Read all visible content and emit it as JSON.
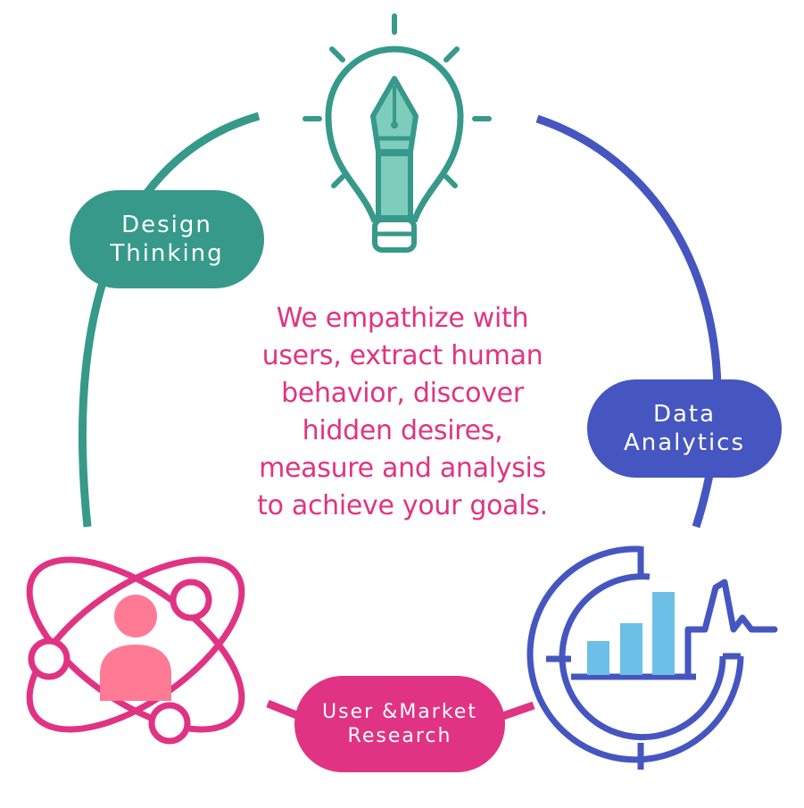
{
  "colors": {
    "teal": "#36998A",
    "blue": "#4556C0",
    "pink": "#E03383",
    "pink_light": "#FF7A95",
    "mint": "#7ECDBC",
    "sky": "#6CBFE6",
    "background": "#FFFFFF"
  },
  "labels": {
    "design_thinking": [
      "Design",
      "Thinking"
    ],
    "data_analytics": [
      "Data",
      "Analytics"
    ],
    "user_market_research": [
      "User &Market",
      "Research"
    ]
  },
  "center_text": [
    "We empathize with",
    "users, extract human",
    "behavior, discover",
    "hidden desires,",
    "measure and analysis",
    "to achieve your goals."
  ],
  "icons": {
    "top": "lightbulb-pen-icon",
    "bottom_right": "analytics-gauge-icon",
    "bottom_left": "atom-user-icon"
  }
}
